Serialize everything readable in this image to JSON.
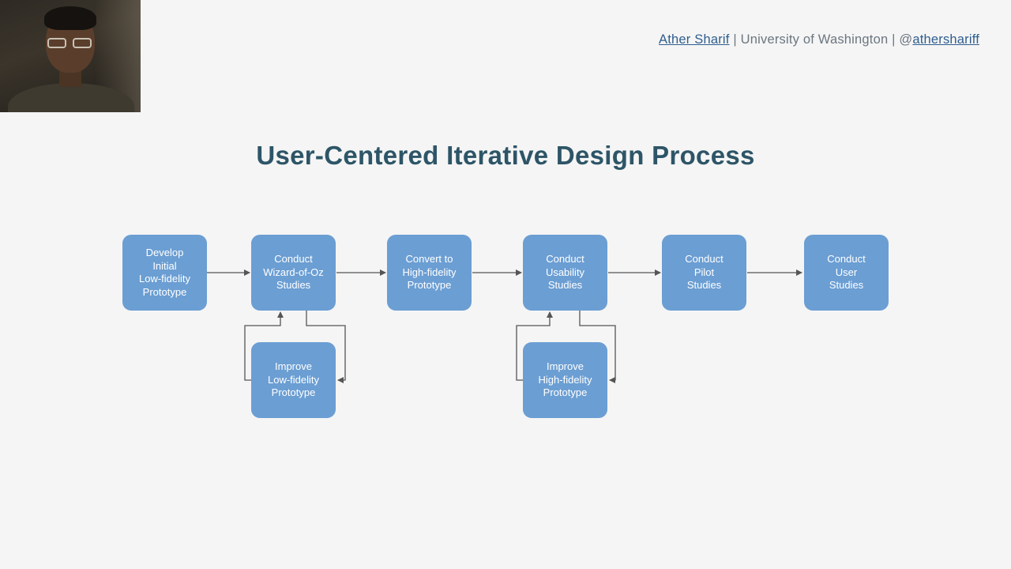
{
  "header": {
    "name_link": "Ather Sharif",
    "separator1": " | ",
    "affiliation": "University of Washington",
    "separator2": " | ",
    "handle_prefix": "@",
    "handle_link": "athershariff"
  },
  "title": "User-Centered Iterative Design Process",
  "diagram": {
    "nodes": [
      {
        "id": "develop",
        "lines": [
          "Develop",
          "Initial",
          "Low-fidelity",
          "Prototype"
        ]
      },
      {
        "id": "wizard",
        "lines": [
          "Conduct",
          "Wizard-of-Oz",
          "Studies"
        ]
      },
      {
        "id": "convert",
        "lines": [
          "Convert to",
          "High-fidelity",
          "Prototype"
        ]
      },
      {
        "id": "usability",
        "lines": [
          "Conduct",
          "Usability",
          "Studies"
        ]
      },
      {
        "id": "pilot",
        "lines": [
          "Conduct",
          "Pilot",
          "Studies"
        ]
      },
      {
        "id": "user",
        "lines": [
          "Conduct",
          "User",
          "Studies"
        ]
      },
      {
        "id": "improve_low",
        "lines": [
          "Improve",
          "Low-fidelity",
          "Prototype"
        ]
      },
      {
        "id": "improve_high",
        "lines": [
          "Improve",
          "High-fidelity",
          "Prototype"
        ]
      }
    ],
    "edges": [
      {
        "from": "develop",
        "to": "wizard"
      },
      {
        "from": "wizard",
        "to": "convert"
      },
      {
        "from": "convert",
        "to": "usability"
      },
      {
        "from": "usability",
        "to": "pilot"
      },
      {
        "from": "pilot",
        "to": "user"
      },
      {
        "from": "wizard",
        "to": "improve_low"
      },
      {
        "from": "improve_low",
        "to": "wizard"
      },
      {
        "from": "usability",
        "to": "improve_high"
      },
      {
        "from": "improve_high",
        "to": "usability"
      }
    ],
    "colors": {
      "node_fill": "#6b9ed3",
      "node_text": "#ffffff",
      "edge": "#555555",
      "title": "#2d5567",
      "link": "#2f5e8f"
    }
  }
}
